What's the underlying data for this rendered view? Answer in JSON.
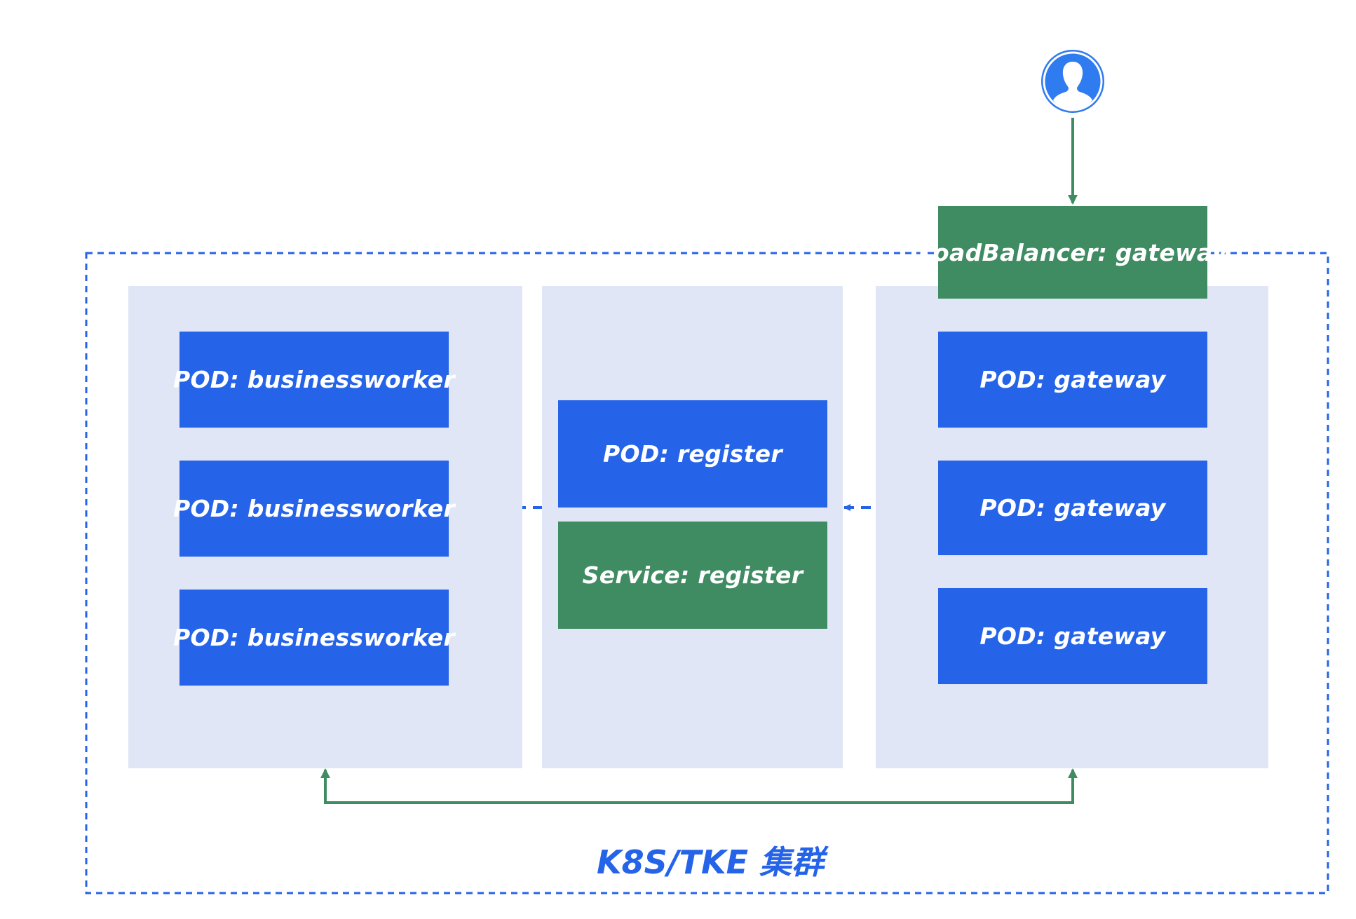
{
  "user": {
    "icon": "user-icon"
  },
  "load_balancer": {
    "label": "LoadBalancer: gateway"
  },
  "worker_pods": [
    {
      "label": "POD: businessworker"
    },
    {
      "label": "POD: businessworker"
    },
    {
      "label": "POD: businessworker"
    }
  ],
  "register": {
    "pod_label": "POD: register",
    "service_label": "Service: register"
  },
  "gateway_pods": [
    {
      "label": "POD: gateway"
    },
    {
      "label": "POD: gateway"
    },
    {
      "label": "POD: gateway"
    }
  ],
  "cluster": {
    "label": "K8S/TKE 集群"
  },
  "colors": {
    "pod": "#2563e8",
    "service": "#3f8b62",
    "panel": "#e1e6f7",
    "dashed_line": "#2563e8",
    "solid_arrow": "#3f8b62"
  }
}
